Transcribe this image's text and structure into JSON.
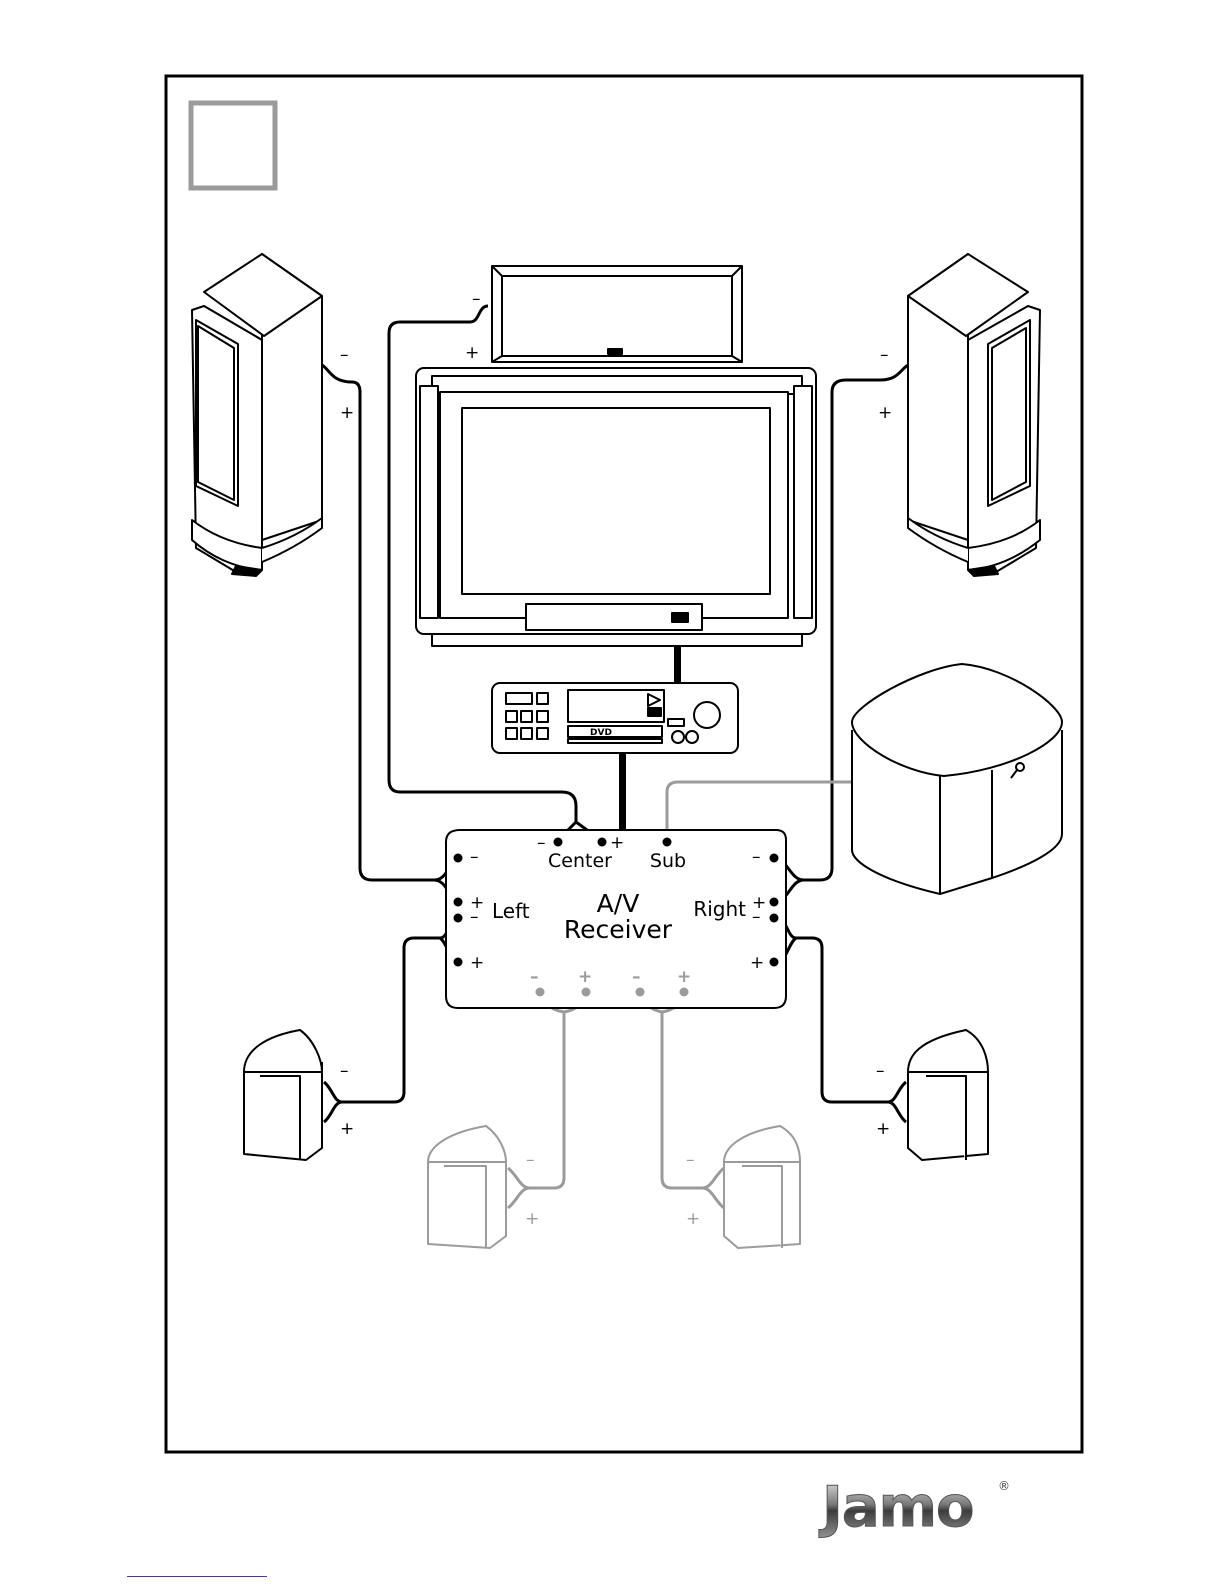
{
  "receiver": {
    "title_line1": "A/V",
    "title_line2": "Receiver",
    "center_label": "Center",
    "sub_label": "Sub",
    "left_label": "Left",
    "right_label": "Right"
  },
  "dvd_player": {
    "label": "DVD"
  },
  "polarity": {
    "minus": "–",
    "plus": "+"
  },
  "brand": {
    "logo_text": "Jamo",
    "mark": "®"
  },
  "colors": {
    "line": "#000000",
    "optional": "#9b9b9b",
    "step_box": "#9b9b9b"
  }
}
